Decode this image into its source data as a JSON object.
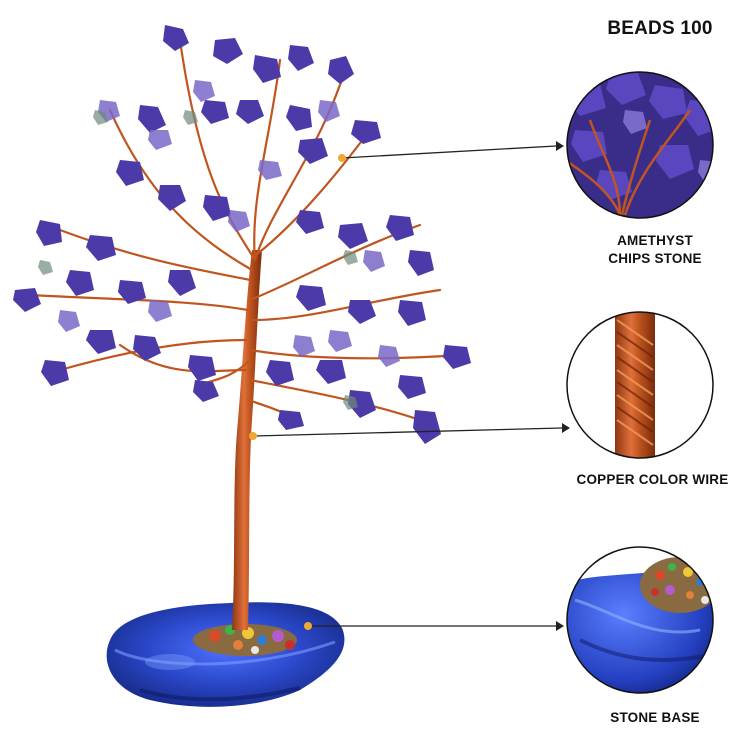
{
  "title": "BEADS 100",
  "callouts": [
    {
      "name": "amethyst-chips",
      "line1": "AMETHYST",
      "line2": "CHIPS STONE"
    },
    {
      "name": "copper-wire",
      "line1": "COPPER COLOR WIRE"
    },
    {
      "name": "stone-base",
      "line1": "STONE BASE"
    }
  ],
  "colors": {
    "amethyst": "#4b3aa8",
    "amethyst_light": "#7a68c8",
    "copper": "#c0551f",
    "agate_blue": "#2f4fd0",
    "dot": "#f0a830",
    "text": "#111111"
  }
}
